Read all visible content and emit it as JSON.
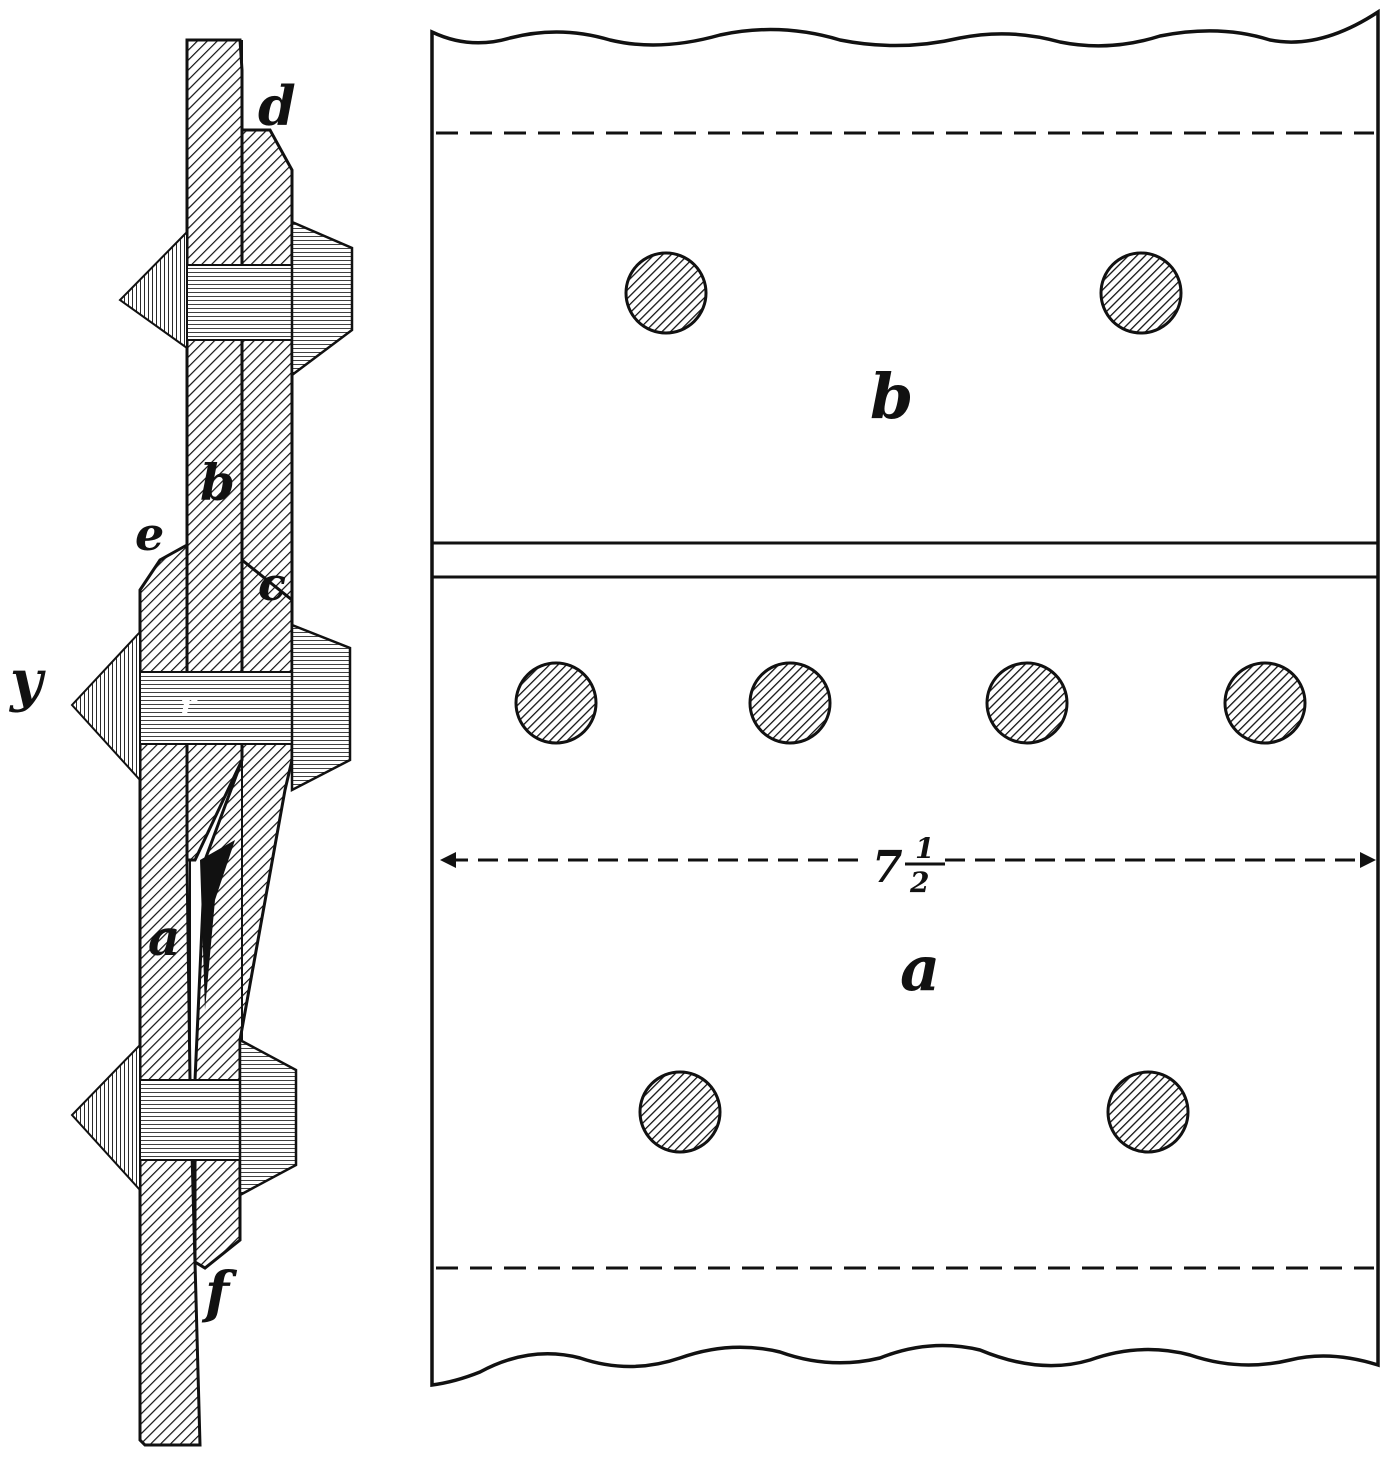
{
  "section_view": {
    "labels": {
      "d": "d",
      "b": "b",
      "e": "e",
      "c": "c",
      "y": "y",
      "r": "r",
      "a": "a",
      "f": "f"
    }
  },
  "plan_view": {
    "labels": {
      "b": "b",
      "a": "a"
    },
    "dimension": {
      "whole": "7",
      "numerator": "1",
      "denominator": "2"
    },
    "rivet_rows": [
      2,
      4,
      2
    ]
  },
  "colors": {
    "ink": "#111111",
    "paper": "#ffffff"
  }
}
